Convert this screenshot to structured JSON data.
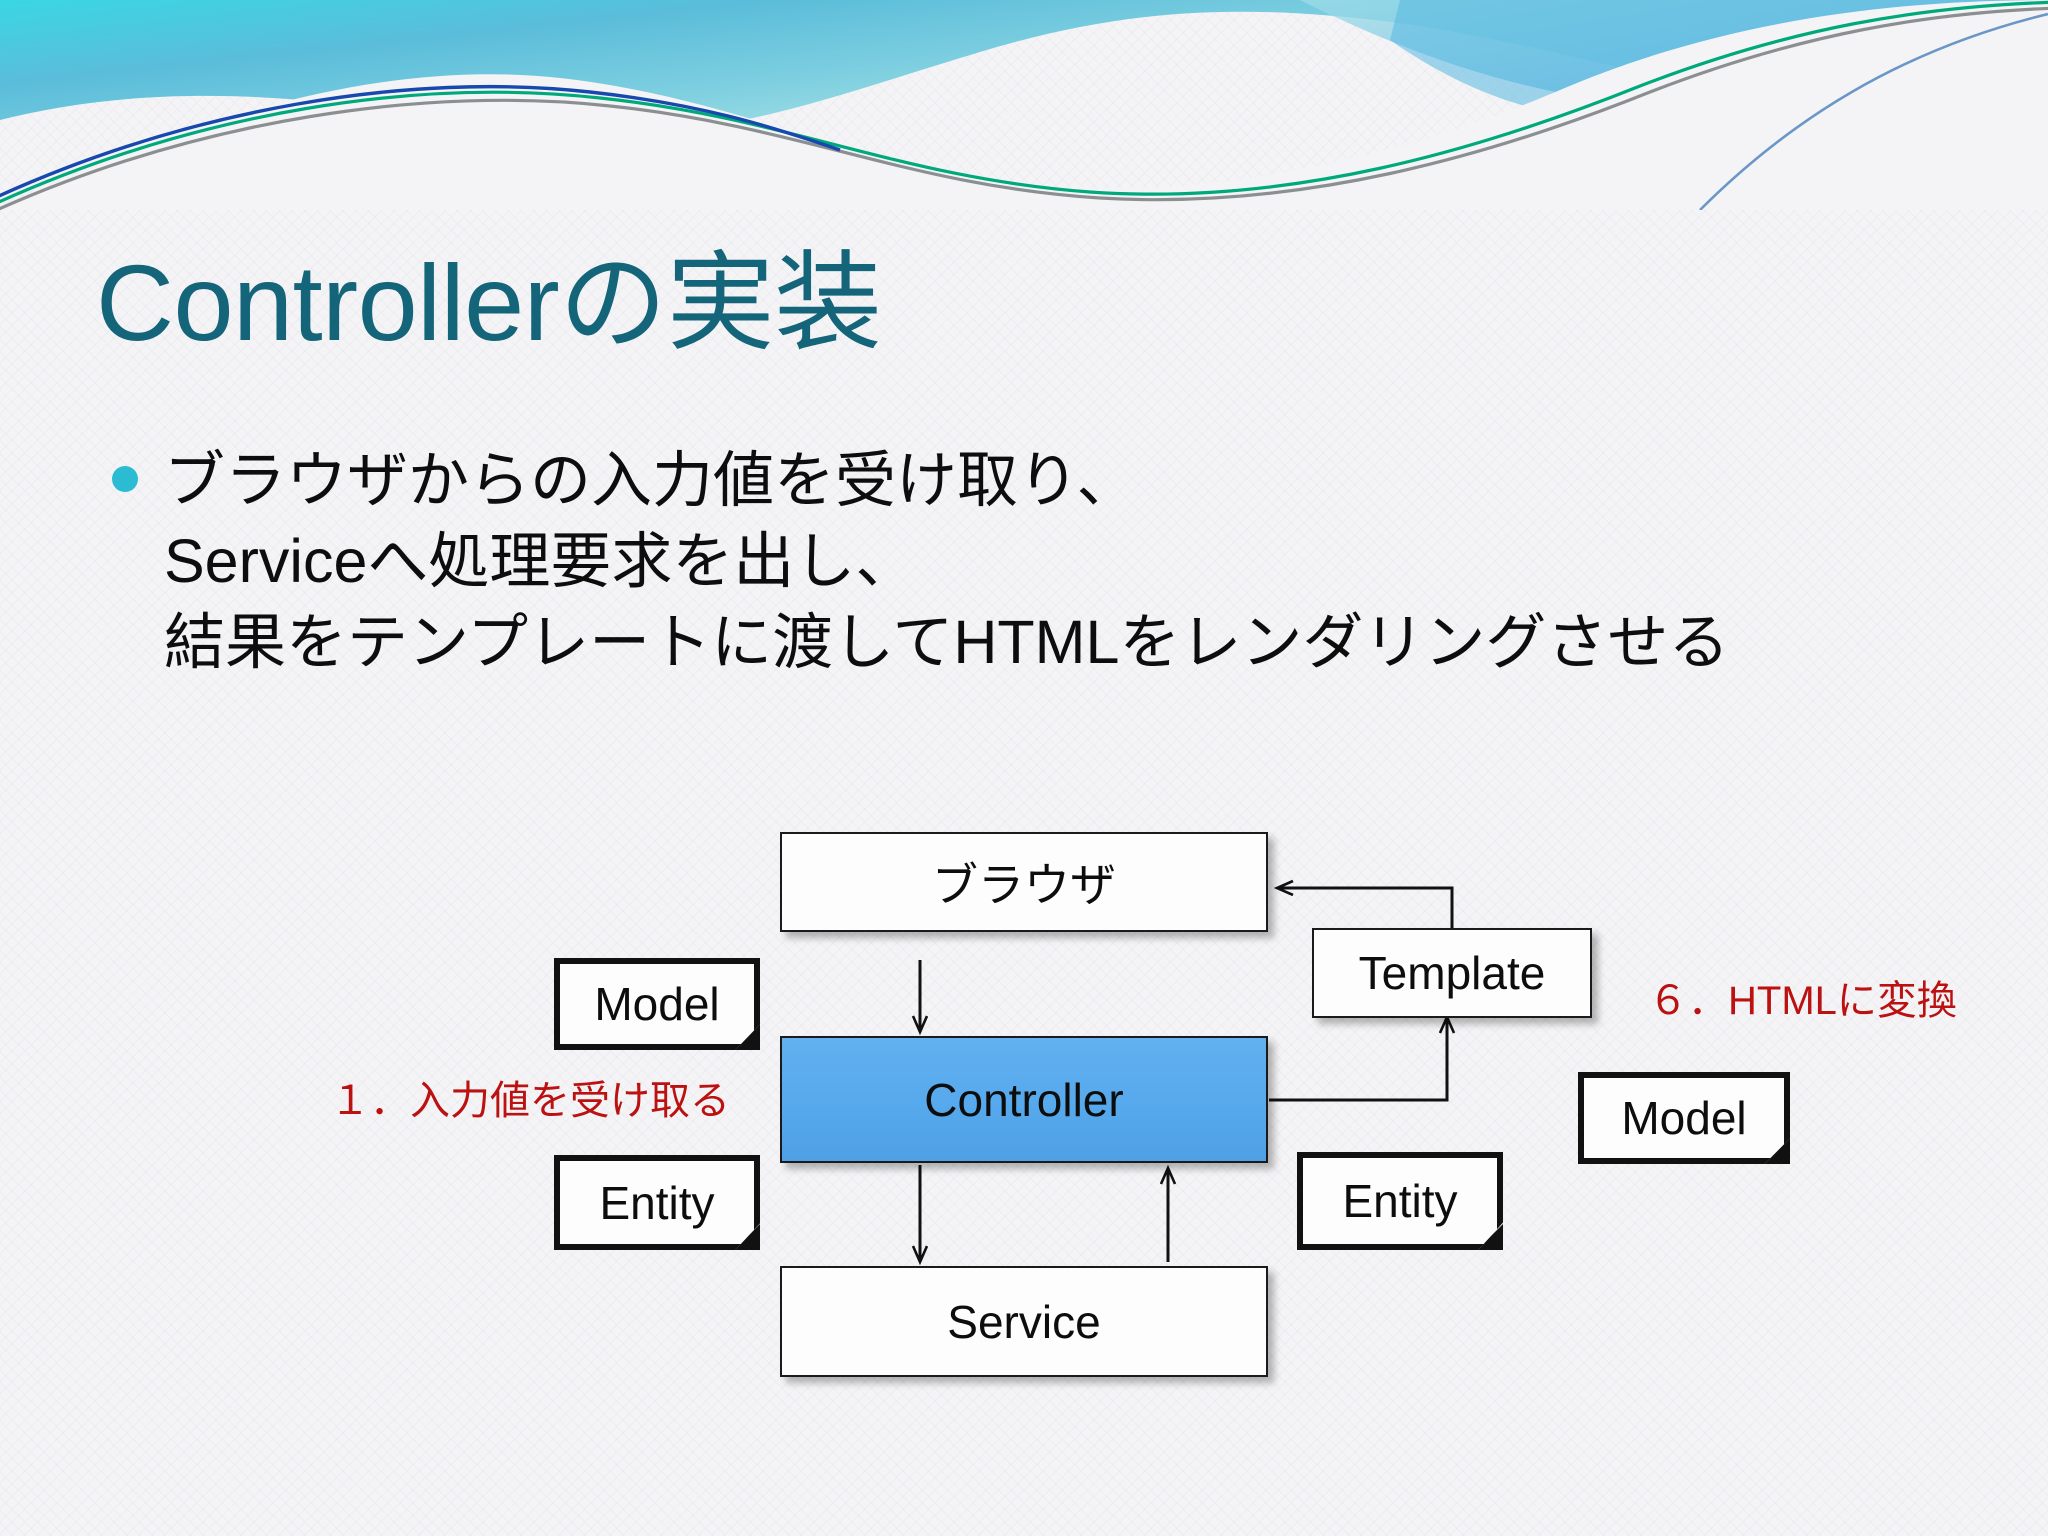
{
  "slide": {
    "title": "Controllerの実装",
    "title_color": "#14647a",
    "bullet_marker_color": "#2bbcd4",
    "body_text": "ブラウザからの入力値を受け取り、\nServiceへ処理要求を出し、\n結果をテンプレートに渡してHTMLをレンダリングさせる",
    "body_lines": [
      "ブラウザからの入力値を受け取り、",
      "Serviceへ処理要求を出し、",
      "結果をテンプレートに渡してHTMLをレンダリングさせる"
    ]
  },
  "diagram": {
    "nodes": {
      "browser": "ブラウザ",
      "controller": "Controller",
      "service": "Service",
      "template": "Template",
      "model_left": "Model",
      "model_right": "Model",
      "entity_left": "Entity",
      "entity_right": "Entity"
    },
    "node_colors": {
      "controller_fill": "#56a9ed",
      "plain_fill": "#fdfdfd",
      "stroke": "#1a1a1a"
    },
    "annotations": {
      "step1": "１．入力値を受け取る",
      "step6": "６．HTMLに変換",
      "color": "#bb1111"
    }
  }
}
